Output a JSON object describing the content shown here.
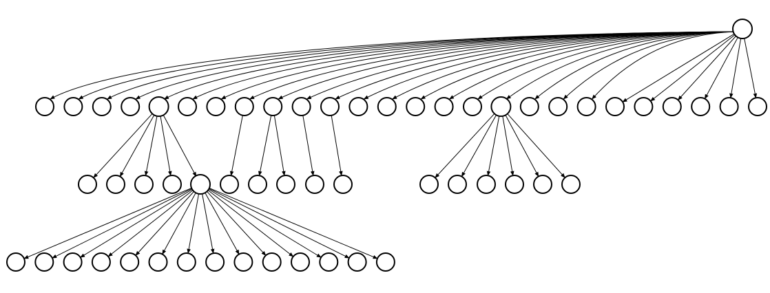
{
  "diagram": {
    "type": "tree",
    "colors": {
      "node_stroke": "#000000",
      "node_fill": "#ffffff",
      "edge": "#000000",
      "background": "#ffffff"
    },
    "root": {
      "children_count": 26,
      "children_with_subtrees": [
        {
          "index": 4,
          "children_count": 5,
          "grandchild_subtree": {
            "index": 4,
            "children_count": 14
          }
        },
        {
          "index": 7,
          "children_count": 1
        },
        {
          "index": 8,
          "children_count": 2
        },
        {
          "index": 9,
          "children_count": 1
        },
        {
          "index": 10,
          "children_count": 1
        },
        {
          "index": 16,
          "children_count": 6
        }
      ]
    }
  }
}
